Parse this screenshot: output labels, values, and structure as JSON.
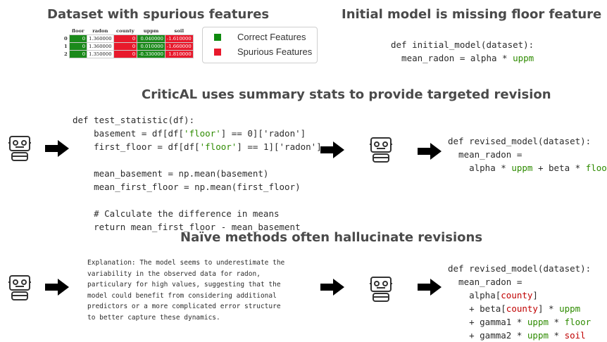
{
  "titles": {
    "dataset": "Dataset with spurious features",
    "initial": "Initial model is missing floor feature",
    "critical": "CriticAL uses summary stats to provide targeted revision",
    "naive": "Naïve methods often hallucinate revisions"
  },
  "table": {
    "columns": [
      "floor",
      "radon",
      "county",
      "uppm",
      "soil"
    ],
    "rows": [
      {
        "index": "0",
        "values": [
          "0",
          "1.360000",
          "0",
          "0.040000",
          "-1.610000"
        ]
      },
      {
        "index": "1",
        "values": [
          "0",
          "1.360000",
          "0",
          "0.010000",
          "-1.660000"
        ]
      },
      {
        "index": "2",
        "values": [
          "0",
          "1.350000",
          "0",
          "-0.330000",
          "1.810000"
        ]
      }
    ]
  },
  "legend": {
    "items": [
      {
        "label": "Correct Features",
        "color": "#0f8a0f"
      },
      {
        "label": "Spurious Features",
        "color": "#e8192c"
      }
    ]
  },
  "initial_model": {
    "line1": "def initial_model(dataset):",
    "line2_prefix": "  mean_radon = alpha * ",
    "line2_feature": "uppm"
  },
  "test_statistic": {
    "l1": "def test_statistic(df):",
    "l2a": "    basement = df[df[",
    "l2b": "'floor'",
    "l2c": "] == 0]['radon']",
    "l3a": "    first_floor = df[df[",
    "l3b": "'floor'",
    "l3c": "] == 1]['radon']",
    "l4": "    mean_basement = np.mean(basement)",
    "l5": "    mean_first_floor = np.mean(first_floor)",
    "l6": "    # Calculate the difference in means",
    "l7": "    return mean_first_floor - mean_basement"
  },
  "revised_good": {
    "l1": "def revised_model(dataset):",
    "l2": "  mean_radon =",
    "l3a": "    alpha * ",
    "l3b": "uppm",
    "l3c": " + beta * ",
    "l3d": "floor"
  },
  "explanation": {
    "l1": "Explanation: The model seems to underestimate the",
    "l2": "variability in the observed data for radon,",
    "l3": "particulary for high values, suggesting that the",
    "l4": "model could benefit from considering additional",
    "l5": "predictors or a more complicated error structure",
    "l6": "to better capture these dynamics."
  },
  "revised_bad": {
    "l1": "def revised_model(dataset):",
    "l2": "  mean_radon =",
    "l3a": "    alpha[",
    "l3b": "county",
    "l3c": "]",
    "l4a": "    + beta[",
    "l4b": "county",
    "l4c": "] * ",
    "l4d": "uppm",
    "l5a": "    + gamma1 * ",
    "l5b": "uppm",
    "l5c": " * ",
    "l5d": "floor",
    "l6a": "    + gamma2 * ",
    "l6b": "uppm",
    "l6c": " * ",
    "l6d": "soil"
  },
  "icons": [
    "robot-icon",
    "arrow-right-icon"
  ],
  "colors": {
    "correct": "#2e8b00",
    "spurious": "#c00000",
    "table_green": "#1b8a1b",
    "table_red": "#e8192c"
  }
}
